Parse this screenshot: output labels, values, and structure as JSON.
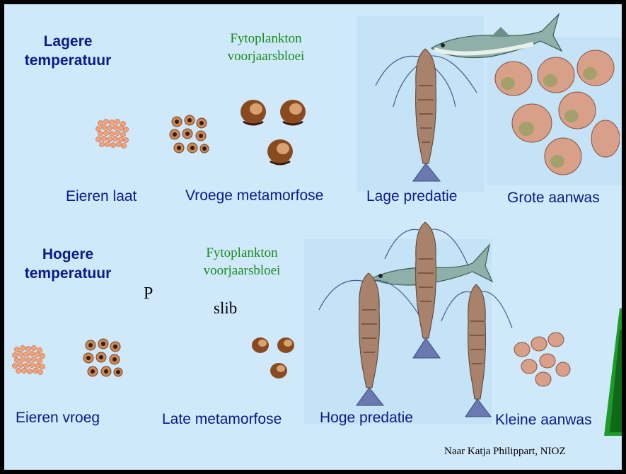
{
  "top_row": {
    "condition": [
      "Lagere",
      "temperatuur"
    ],
    "phytoplankton": [
      "Fytoplankton",
      "voorjaarsbloei"
    ],
    "stages": [
      "Eieren laat",
      "Vroege metamorfose",
      "Lage predatie",
      "Grote aanwas"
    ]
  },
  "bottom_row": {
    "condition": [
      "Hogere",
      "temperatuur"
    ],
    "phytoplankton": [
      "Fytoplankton",
      "voorjaarsbloei"
    ],
    "p_label": "P",
    "mud_label": "slib",
    "stages": [
      "Eieren vroeg",
      "Late metamorfose",
      "Hoge predatie",
      "Kleine aanwas"
    ]
  },
  "credit": "Naar Katja Philippart, NIOZ",
  "colors": {
    "background": "#cfe9fb",
    "condition_text": "#0a1a86",
    "phyto_text": "#1b8a1b",
    "accent_bar": "#1e9a2a"
  }
}
